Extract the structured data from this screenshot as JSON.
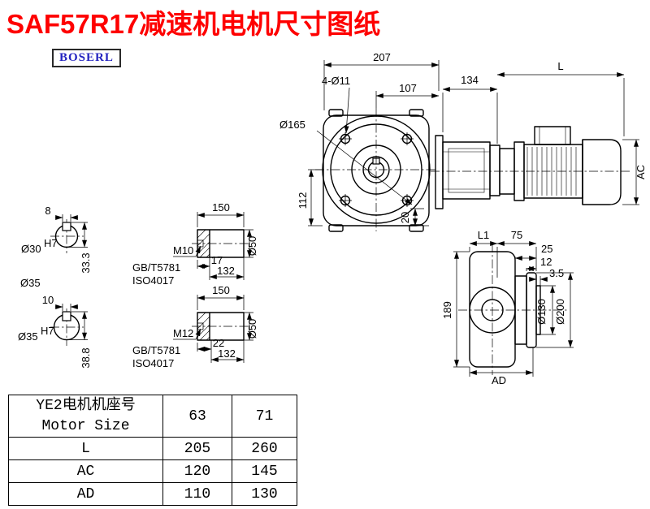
{
  "title": "SAF57R17减速机电机尺寸图纸",
  "logo": "BOSERL",
  "front_view": {
    "overall_width": "207",
    "flange_offset": "107",
    "bolt_holes": "4-Ø11",
    "flange_dia": "Ø165",
    "center_height": "112",
    "foot_height": "20"
  },
  "motor_view": {
    "adapter_length": "134",
    "motor_length": "L",
    "motor_height": "AC"
  },
  "output_view": {
    "l1": "L1",
    "len_75": "75",
    "len_25": "25",
    "len_12": "12",
    "len_3_5": "3.5",
    "height_189": "189",
    "spigot_dia": "Ø130",
    "flange_dia": "Ø200",
    "ad": "AD"
  },
  "sections": {
    "top": {
      "key_width": "8",
      "bore": "Ø30",
      "tolerance": "H7",
      "key_height": "33.3"
    },
    "shaft_dia_label": "Ø35",
    "bottom": {
      "key_width": "10",
      "bore": "Ø35",
      "tolerance": "H7",
      "key_height": "38.8"
    }
  },
  "shaft_details": {
    "top": {
      "length": "150",
      "thread": "M10",
      "standard1": "GB/T5781",
      "standard2": "ISO4017",
      "thread_len": "17",
      "body_len": "132",
      "dia": "Ø50"
    },
    "bottom": {
      "length": "150",
      "thread": "M12",
      "standard1": "GB/T5781",
      "standard2": "ISO4017",
      "thread_len": "22",
      "body_len": "132",
      "dia": "Ø50"
    }
  },
  "table": {
    "header_cn": "YE2电机机座号",
    "header_en": "Motor Size",
    "sizes": [
      "63",
      "71"
    ],
    "rows": [
      {
        "label": "L",
        "values": [
          "205",
          "260"
        ]
      },
      {
        "label": "AC",
        "values": [
          "120",
          "145"
        ]
      },
      {
        "label": "AD",
        "values": [
          "110",
          "130"
        ]
      }
    ]
  }
}
